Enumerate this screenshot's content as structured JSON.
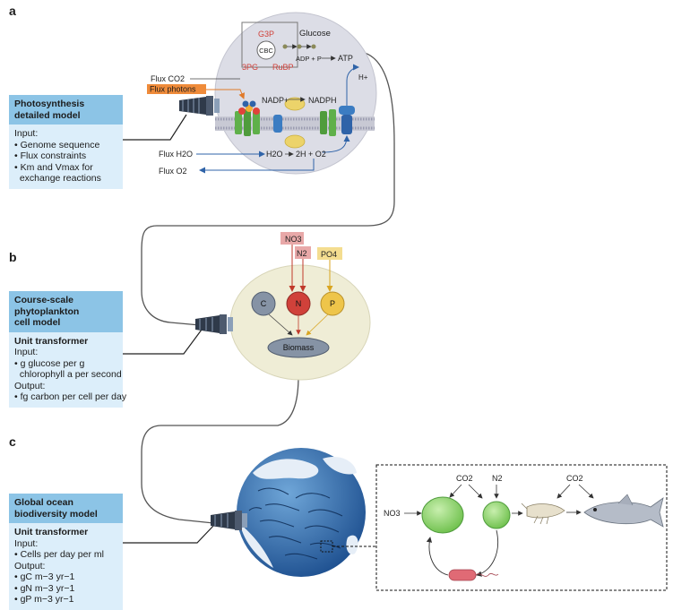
{
  "panels": {
    "a": {
      "letter": "a",
      "header": [
        "Photosynthesis",
        "detailed model"
      ],
      "body_lines": [
        "Input:",
        "• Genome sequence",
        "• Flux constraints",
        "• Km and Vmax for",
        "  exchange reactions"
      ],
      "diagram": {
        "g3p": "G3P",
        "glucose": "Glucose",
        "cbc": "CBC",
        "three_pg": "3PG",
        "rubp": "RuBP",
        "adp_p": "ADP + P",
        "atp": "ATP",
        "h_plus": "H+",
        "flux_co2": "Flux CO2",
        "flux_photons": "Flux photons",
        "nadp": "NADP+",
        "nadph": "NADPH",
        "flux_h2o": "Flux H2O",
        "h2o": "H2O",
        "two_h": "2H + O2",
        "flux_o2": "Flux O2"
      }
    },
    "b": {
      "letter": "b",
      "header": [
        "Course-scale",
        "phytoplankton",
        "cell model"
      ],
      "body_lines": [
        "Unit transformer",
        "Input:",
        "• g glucose per g",
        "  chlorophyll a per second",
        "Output:",
        "• fg carbon per cell per day"
      ],
      "diagram": {
        "no3": "NO3",
        "n2": "N2",
        "po4": "PO4",
        "c": "C",
        "n": "N",
        "p": "P",
        "biomass": "Biomass"
      }
    },
    "c": {
      "letter": "c",
      "header": [
        "Global ocean",
        "biodiversity model"
      ],
      "body_lines": [
        "Unit transformer",
        "Input:",
        "• Cells per day per ml",
        "Output:",
        "• gC m−3 yr−1",
        "• gN m−3 yr−1",
        "• gP m−3 yr−1"
      ],
      "diagram": {
        "co2_left": "CO2",
        "n2": "N2",
        "co2_right": "CO2",
        "no3": "NO3"
      }
    }
  },
  "colors": {
    "blue_header": "#8cc4e6",
    "blue_body": "#dceefa",
    "chloroplast": "#dcdde6",
    "cell": "#efedd6",
    "red_label": "#d0413a",
    "orange_photons": "#ef8b3a",
    "ocean": "#2e6eb0",
    "green_cell": "#8fd16f",
    "nitrate_box": "#e8a8a8",
    "po4_box": "#f4dd90",
    "biomass": "#8693a5"
  },
  "icons": [
    "connector-plug-icon",
    "membrane-protein-icon",
    "diatom-cell-icon",
    "copepod-icon",
    "fish-icon",
    "bacterium-icon",
    "globe-icon"
  ]
}
